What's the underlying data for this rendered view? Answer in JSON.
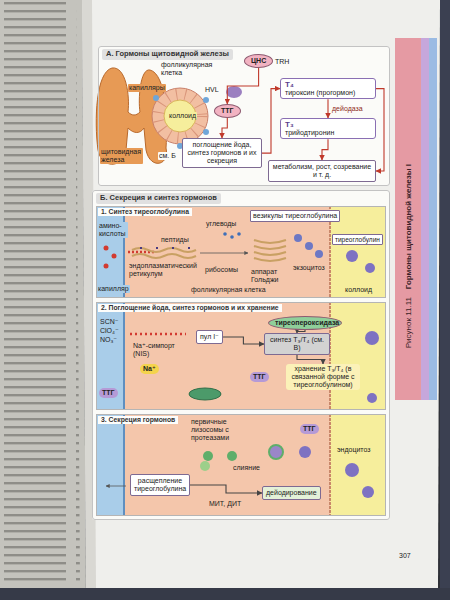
{
  "diagram": {
    "nodes": [
      {
        "text": [
          "А. Гормоны щитовидной железы"
        ]
      },
      {
        "text": [
          "ЦНС"
        ],
        "in": 0
      },
      {
        "text": [
          "ТТГ"
        ],
        "in": 0
      },
      {
        "text": [
          "T₄",
          "тироксин (прогормон)"
        ],
        "in": 0
      },
      {
        "text": [
          "T₃",
          "трийодтиронин"
        ],
        "in": 0
      },
      {
        "text": [
          "поглощение йода, синтез гормонов и их секреция"
        ],
        "in": 0
      },
      {
        "text": [
          "метаболизм, рост, созревание и т. д."
        ],
        "in": 0
      },
      {
        "text": [
          "Б. Секреция и синтез гормонов"
        ]
      },
      {
        "text": [
          "1. Синтез тиреоглобулина"
        ],
        "in": 7
      },
      {
        "text": [
          "2. Поглощение йода, синтез гормонов и их хранение"
        ],
        "in": 7
      },
      {
        "text": [
          "пул I⁻"
        ],
        "in": 9
      },
      {
        "text": [
          "тиреопероксидаза"
        ],
        "in": 9
      },
      {
        "text": [
          "синтез T₃/T₄ (см. В)"
        ],
        "in": 9
      },
      {
        "text": [
          "хранение T₃/T₄ (в связанной форме с тиреоглобулином)"
        ],
        "in": 9
      },
      {
        "text": [
          "3. Секреция гормонов"
        ],
        "in": 7
      },
      {
        "text": [
          "расщепление тиреоглобулина"
        ],
        "in": 14
      },
      {
        "text": [
          "дейодирование"
        ],
        "in": 14
      }
    ],
    "edges": [
      {
        "from": 1,
        "to": 2,
        "arrow": "to"
      },
      {
        "from": 2,
        "to": 5,
        "arrow": "to"
      },
      {
        "from": 5,
        "to": 3,
        "arrow": "to"
      },
      {
        "from": 3,
        "to": 4,
        "label": "дейодаза",
        "arrow": "to"
      },
      {
        "from": 4,
        "to": 6,
        "arrow": "to"
      },
      {
        "from": 3,
        "to": 6,
        "arrow": "to"
      },
      {
        "from": 10,
        "to": 12,
        "arrow": "to"
      },
      {
        "from": 11,
        "to": 12,
        "arrow": "to"
      },
      {
        "from": 12,
        "to": 13,
        "arrow": "to"
      },
      {
        "from": 15,
        "to": 16,
        "arrow": "to"
      }
    ],
    "labels": [
      "щитовидная железа",
      "фолликулярная клетка",
      "капилляры",
      "коллоид",
      "см. Б",
      "TRH",
      "HVL",
      "амино- кислоты",
      "углеводы",
      "везикулы тиреоглобулина",
      "пептиды",
      "тиреоглобулин",
      "рибосомы",
      "экзоцитоз",
      "эндоплазматический ретикулум",
      "аппарат Гольджи",
      "капилляр",
      "фолликулярная клетка",
      "коллоид",
      "SCN⁻",
      "ClO₄⁻",
      "NO₃⁻",
      "Na⁺-симпорт (NIS)",
      "Na⁺",
      "ТТГ",
      "ТТГ",
      "первичные лизосомы с протеазами",
      "ТТГ",
      "эндоцитоз",
      "слияние",
      "МИТ, ДИТ",
      "Рисунок 11.11",
      "Гормоны щитовидной железы I",
      "307"
    ]
  }
}
